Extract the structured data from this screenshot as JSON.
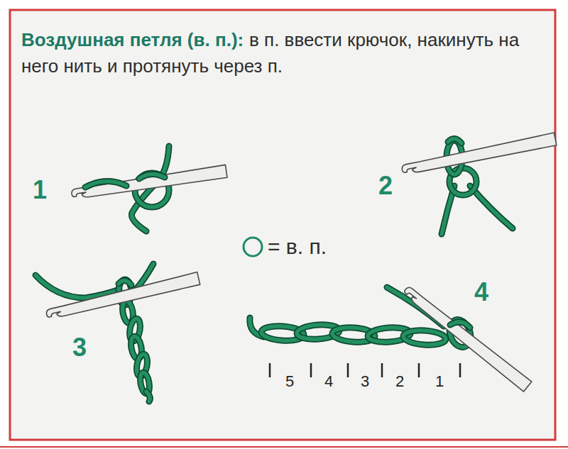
{
  "diagram": {
    "title": "Воздушная петля (в. п.):",
    "labels": [
      "в п. ввести крючок, накинуть на него нить и протянуть через п.",
      "1",
      "2",
      "3",
      "4",
      "5",
      "4",
      "3",
      "2",
      "1"
    ],
    "legend": [
      {
        "text": "= в. п."
      }
    ]
  }
}
